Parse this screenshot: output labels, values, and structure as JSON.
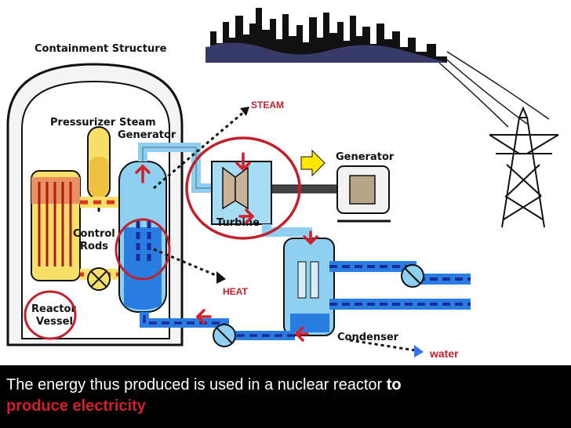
{
  "labels": {
    "containment": "Containment Structure",
    "pressurizer": "Pressurizer",
    "steam_generator_1": "Steam",
    "steam_generator_2": "Generator",
    "control_rods_1": "Control",
    "control_rods_2": "Rods",
    "reactor_vessel_1": "Reactor",
    "reactor_vessel_2": "Vessel",
    "turbine": "Turbine",
    "generator": "Generator",
    "condenser": "Condenser"
  },
  "annotations": {
    "steam": "STEAM",
    "heat": "HEAT",
    "water": "water"
  },
  "caption": {
    "line1_text": "The energy thus produced is used in a nuclear reactor ",
    "line1_bold": "to",
    "line2_red": "produce electricity"
  },
  "colors": {
    "caption_bg": "#000000",
    "highlight_red": "#d11f2b",
    "water_blue": "#1e6fd9",
    "hot_loop_red": "#e03020",
    "hot_loop_yellow": "#f6e06a"
  }
}
